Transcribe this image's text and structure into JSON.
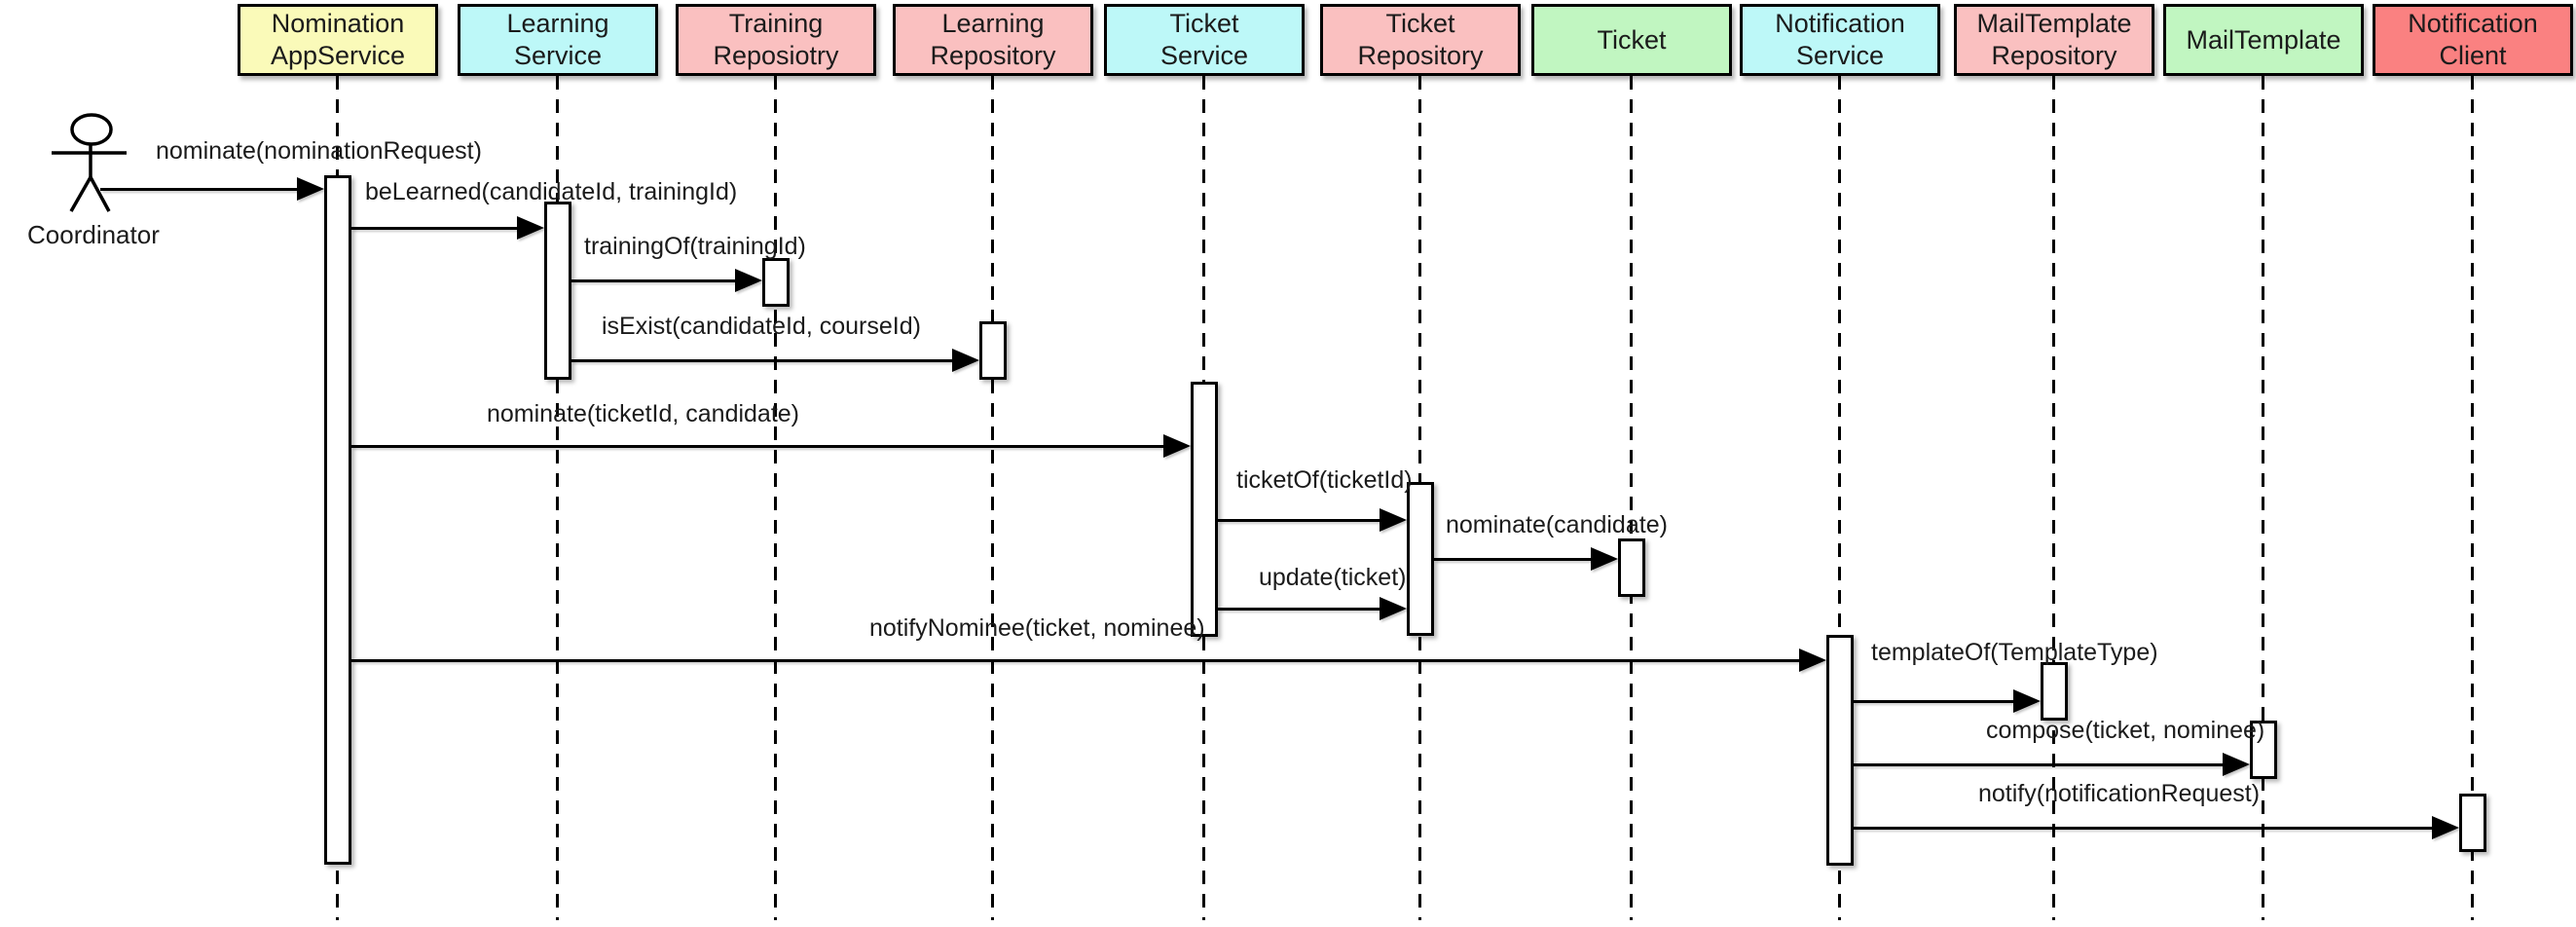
{
  "actor": {
    "label": "Coordinator"
  },
  "participants": [
    {
      "id": "nomination-appservice",
      "lines": [
        "Nomination",
        "AppService"
      ],
      "color": "#FAFAB9"
    },
    {
      "id": "learning-service",
      "lines": [
        "Learning",
        "Service"
      ],
      "color": "#BDF8F8"
    },
    {
      "id": "training-repository",
      "lines": [
        "Training",
        "Reposiotry"
      ],
      "color": "#FAC0C0"
    },
    {
      "id": "learning-repository",
      "lines": [
        "Learning",
        "Repository"
      ],
      "color": "#FAC0C0"
    },
    {
      "id": "ticket-service",
      "lines": [
        "Ticket",
        "Service"
      ],
      "color": "#BDF8F8"
    },
    {
      "id": "ticket-repository",
      "lines": [
        "Ticket",
        "Repository"
      ],
      "color": "#FAC0C0"
    },
    {
      "id": "ticket",
      "lines": [
        "Ticket"
      ],
      "color": "#C1F6C1"
    },
    {
      "id": "notification-service",
      "lines": [
        "Notification",
        "Service"
      ],
      "color": "#BDF8F8"
    },
    {
      "id": "mailtemplate-repository",
      "lines": [
        "MailTemplate",
        "Repository"
      ],
      "color": "#FAC0C0"
    },
    {
      "id": "mailtemplate",
      "lines": [
        "MailTemplate"
      ],
      "color": "#C1F6C1"
    },
    {
      "id": "notification-client",
      "lines": [
        "Notification",
        "Client"
      ],
      "color": "#FA8181"
    }
  ],
  "messages": [
    {
      "from": "Coordinator",
      "to": "Nomination AppService",
      "label": "nominate(nominationRequest)"
    },
    {
      "from": "Nomination AppService",
      "to": "Learning Service",
      "label": "beLearned(candidateId, trainingId)"
    },
    {
      "from": "Learning Service",
      "to": "Training Reposiotry",
      "label": "trainingOf(trainingId)"
    },
    {
      "from": "Learning Service",
      "to": "Learning Repository",
      "label": "isExist(candidateId, courseId)"
    },
    {
      "from": "Nomination AppService",
      "to": "Ticket Service",
      "label": "nominate(ticketId, candidate)"
    },
    {
      "from": "Ticket Service",
      "to": "Ticket Repository",
      "label": "ticketOf(ticketId)"
    },
    {
      "from": "Ticket Repository",
      "to": "Ticket",
      "label": "nominate(candidate)"
    },
    {
      "from": "Ticket Service",
      "to": "Ticket Repository",
      "label": "update(ticket)"
    },
    {
      "from": "Nomination AppService",
      "to": "Notification Service",
      "label": "notifyNominee(ticket, nominee)"
    },
    {
      "from": "Notification Service",
      "to": "MailTemplate Repository",
      "label": "templateOf(TemplateType)"
    },
    {
      "from": "Notification Service",
      "to": "MailTemplate",
      "label": "compose(ticket, nominee)"
    },
    {
      "from": "Notification Service",
      "to": "Notification Client",
      "label": "notify(notificationRequest)"
    }
  ],
  "colors": {
    "app_service": "#FAFAB9",
    "domain_service": "#BDF8F8",
    "repository": "#FAC0C0",
    "entity": "#C1F6C1",
    "client": "#FA8181",
    "line": "#000000",
    "background": "#FFFFFF"
  }
}
